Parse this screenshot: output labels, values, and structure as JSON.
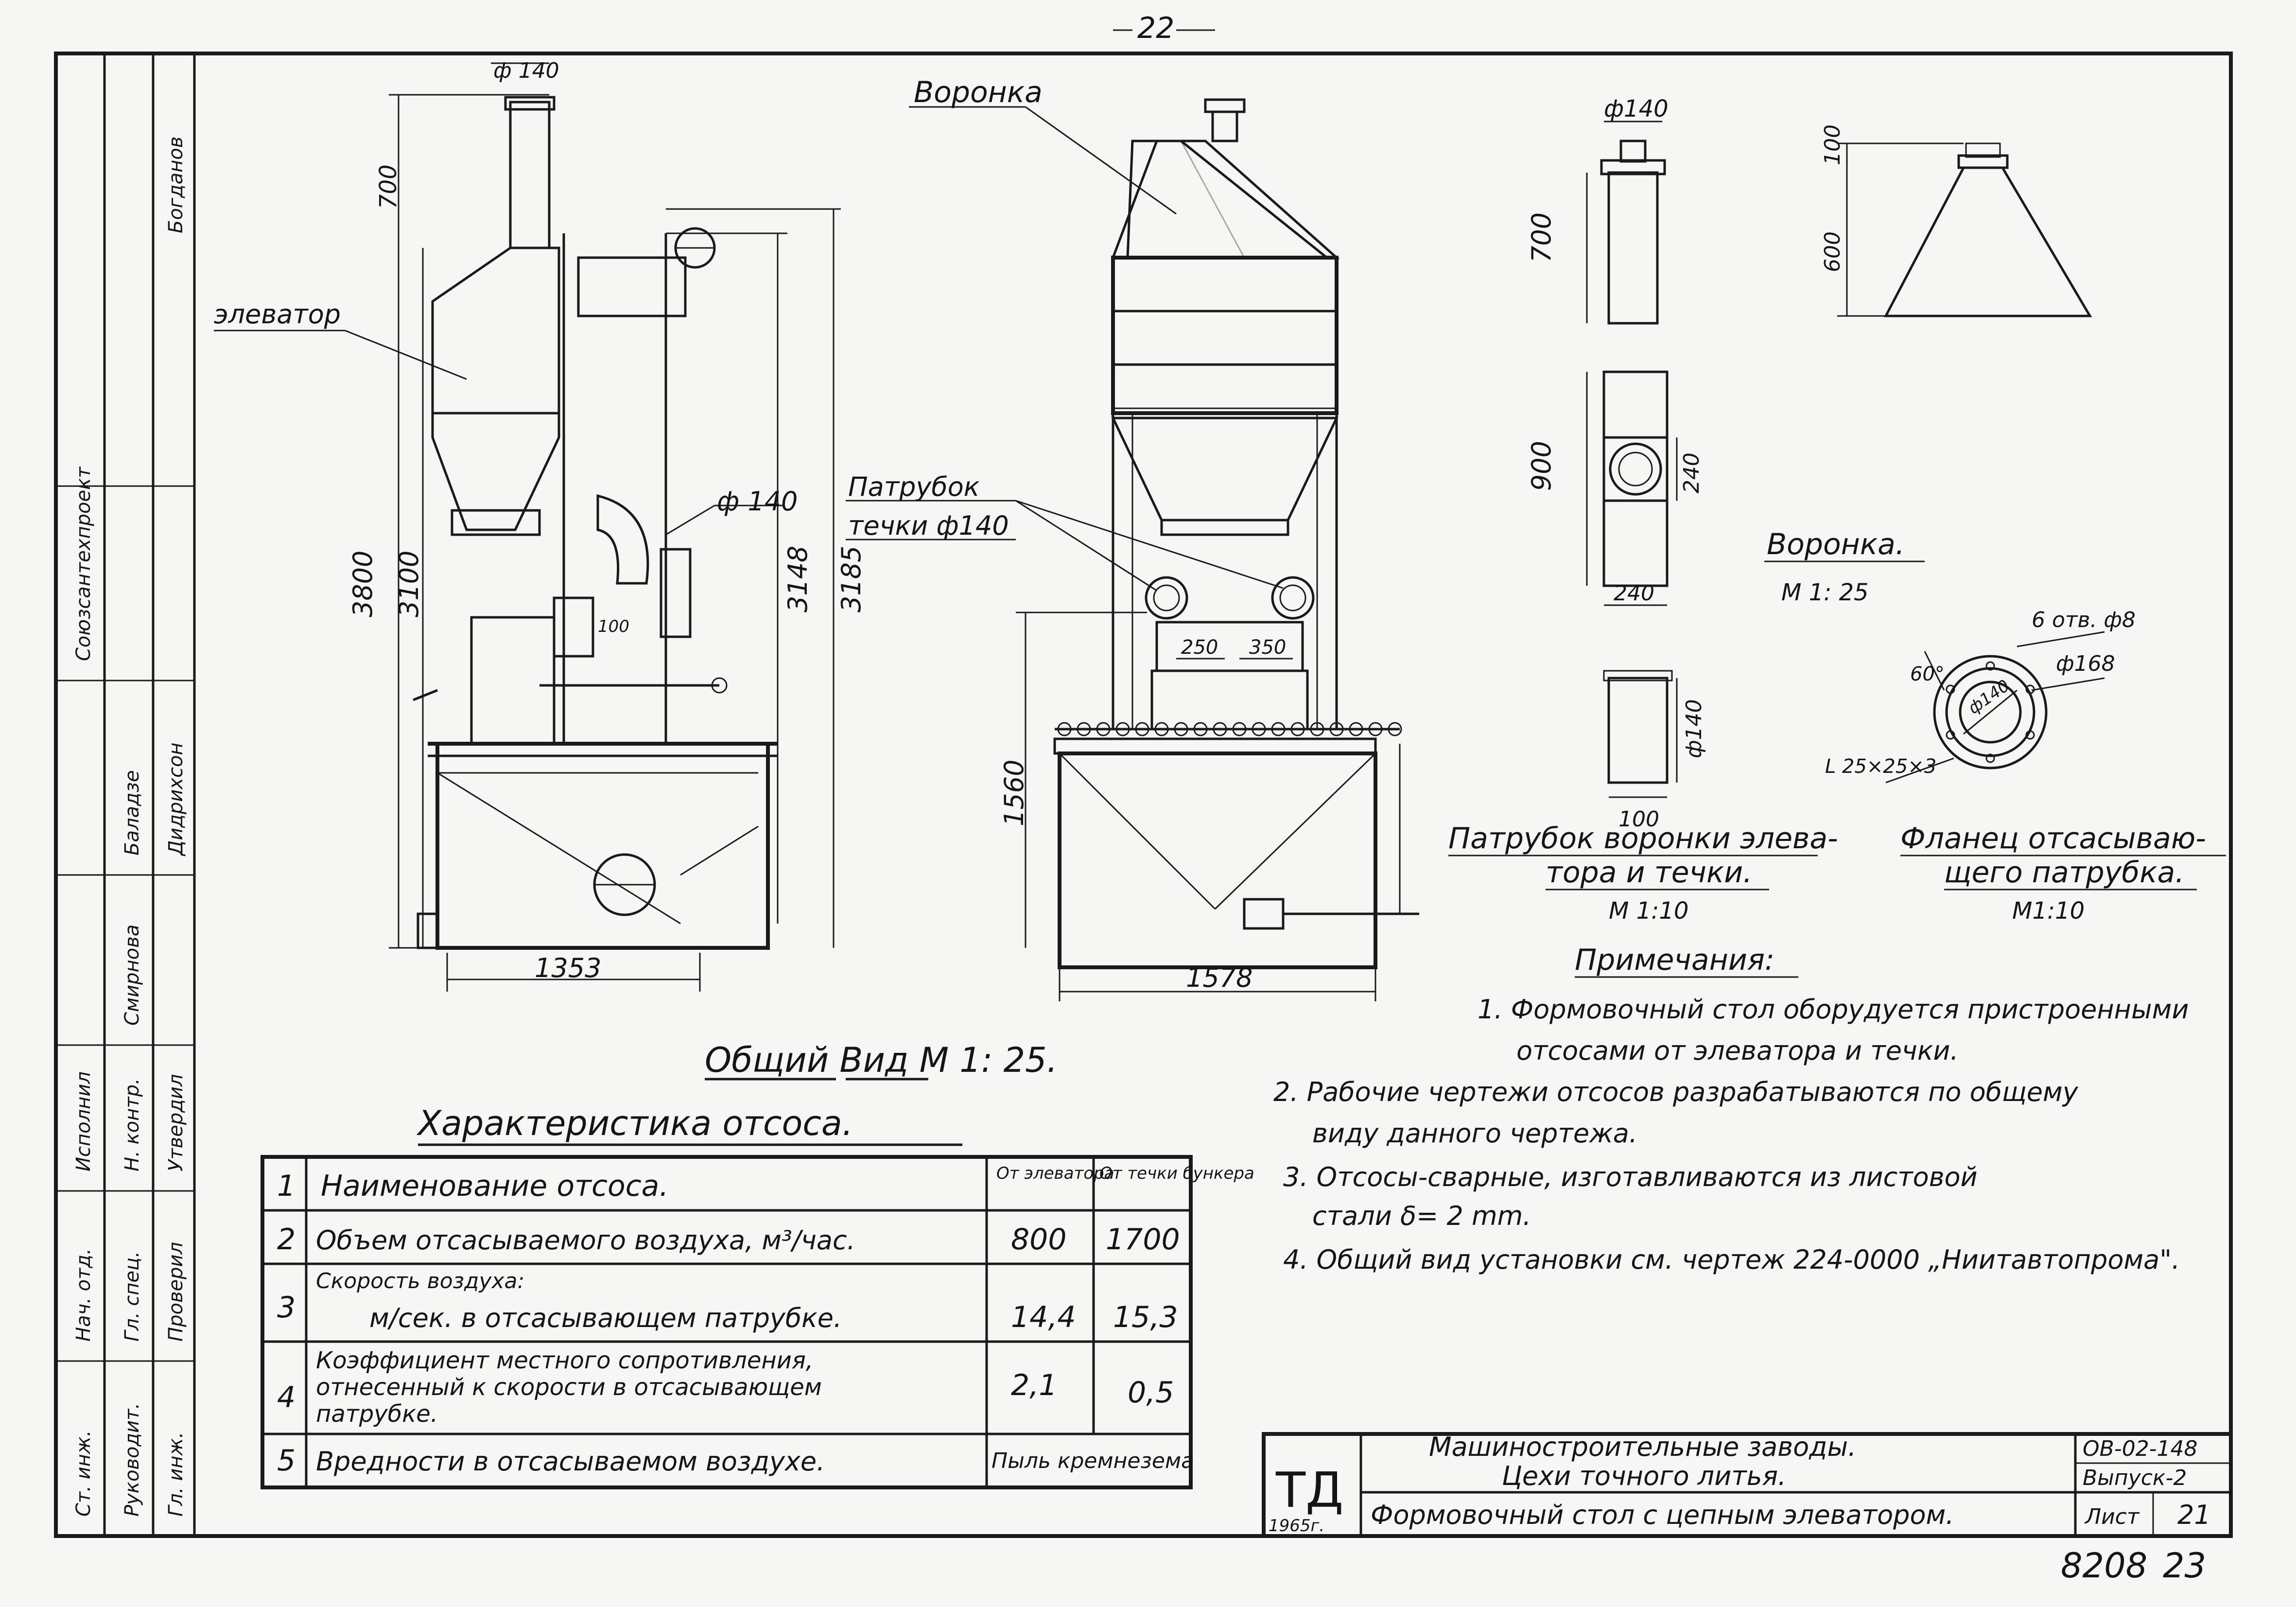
{
  "sheet": {
    "page_number_top": "22",
    "scan_number": "8208",
    "scan_page": "23"
  },
  "labels": {
    "elevator": "элеватор",
    "funnel_top": "Воронка",
    "branch_pipe_1": "Патрубок",
    "branch_pipe_2": "течки ф140",
    "phi140_pipe": "ф 140",
    "phi140_top": "ф 140",
    "general_view": "Общий Вид М 1: 25.",
    "funnel_caption": "Воронка.",
    "funnel_scale": "М 1: 25",
    "pipe_caption_1": "Патрубок воронки элева-",
    "pipe_caption_2": "тора и течки.",
    "pipe_scale": "М 1:10",
    "flange_caption_1": "Фланец отсасываю-",
    "flange_caption_2": "щего патрубка.",
    "flange_scale": "М1:10",
    "holes": "6 отв. ф8",
    "flange_d168": "ф168",
    "flange_d140": "ф140",
    "angle": "60°",
    "corner_profile": "L 25×25×3"
  },
  "dimensions": {
    "d700": "700",
    "d3800": "3800",
    "d3100": "3100",
    "d3148": "3148",
    "d3185": "3185",
    "d1353": "1353",
    "d1560": "1560",
    "d1578": "1578",
    "d250": "250",
    "d350": "350",
    "d100v": "100",
    "p_phi140": "ф140",
    "p_700": "700",
    "p_900": "900",
    "p_240v": "240",
    "p_240h": "240",
    "p2_phi140": "ф140",
    "p2_100": "100",
    "f_100": "100",
    "f_600": "600"
  },
  "notes": {
    "title": "Примечания:",
    "items": [
      "1. Формовочный стол оборудуется пристроенными",
      "отсосами от элеватора и течки.",
      "2. Рабочие чертежи отсосов разрабатываются по общему",
      "виду данного чертежа.",
      "3. Отсосы-сварные, изготавливаются из листовой",
      "стали δ= 2 mm.",
      "4. Общий вид установки см. чертеж 224-0000 „Ниитавтопрома\"."
    ]
  },
  "table": {
    "title": "Характеристика отсоса.",
    "col1": "От элеватора",
    "col2": "От течки бункера",
    "rows": [
      {
        "n": "1",
        "name": "Наименование отсоса.",
        "v1": "",
        "v2": ""
      },
      {
        "n": "2",
        "name": "Объем отсасываемого воздуха, м³/час.",
        "v1": "800",
        "v2": "1700"
      },
      {
        "n": "3",
        "name": "Скорость воздуха:",
        "name2": "м/сек. в отсасывающем патрубке.",
        "v1": "14,4",
        "v2": "15,3"
      },
      {
        "n": "4",
        "name": "Коэффициент местного сопротивления,",
        "name2": "отнесенный к скорости в отсасывающем",
        "name3": "патрубке.",
        "v1": "2,1",
        "v2": "0,5"
      },
      {
        "n": "5",
        "name": "Вредности в отсасываемом воздухе.",
        "v1": "Пыль кремнезема",
        "v2": ""
      }
    ]
  },
  "title_block": {
    "logo": "ТД",
    "year": "1965г.",
    "org_1": "Машиностроительные заводы.",
    "org_2": "Цехи точного литья.",
    "drawing_title": "Формовочный стол с цепным элеватором.",
    "code": "ОВ-02-148",
    "issue": "Выпуск-2",
    "sheet_label": "Лист",
    "sheet_no": "21"
  },
  "side_block": {
    "entries": [
      "Ст. инж.",
      "Руководит.",
      "Гл. инж.",
      "Нач. отд.",
      "Гл. спец.",
      "Проверил",
      "Исполнил",
      "Н. контр.",
      "Утвердил",
      "Союзсантехпроект",
      "Богданов",
      "Баладзе",
      "Дидрихсон",
      "Смирнова"
    ]
  }
}
